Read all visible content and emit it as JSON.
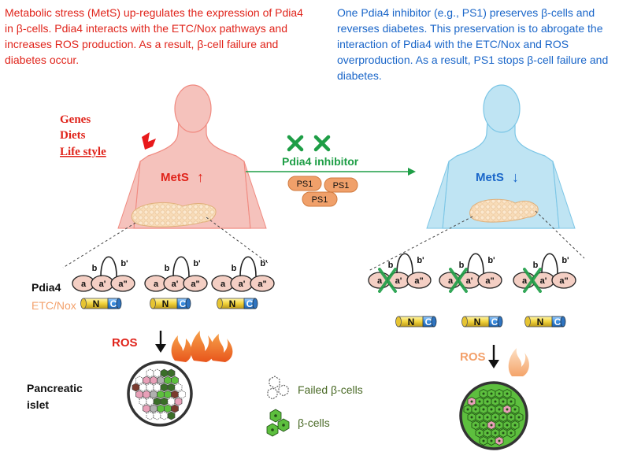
{
  "left_panel": {
    "description": "Metabolic stress (MetS) up-regulates the expression of Pdia4 in β-cells. Pdia4 interacts with the ETC/Nox pathways and increases ROS production. As a result, β-cell failure and diabetes occur.",
    "factors": [
      "Genes",
      "Diets",
      "Life style"
    ],
    "mets_label": "MetS",
    "mets_arrow": "↑",
    "pdia4_label": "Pdia4",
    "etc_nox_label": "ETC/Nox",
    "ros_label": "ROS",
    "islet_label": "Pancreatic\nislet"
  },
  "right_panel": {
    "description": "One Pdia4 inhibitor (e.g., PS1) preserves β-cells and reverses diabetes. This preservation is to abrogate the interaction of  Pdia4 with the ETC/Nox and ROS overproduction. As a result, PS1 stops β-cell failure and diabetes.",
    "mets_label": "MetS",
    "mets_arrow": "↓",
    "ros_label": "ROS"
  },
  "middle": {
    "inhibitor_label": "Pdia4 inhibitor",
    "pills": [
      "PS1",
      "PS1",
      "PS1"
    ]
  },
  "protein": {
    "domains": [
      "a",
      "a'",
      "a\"",
      "b",
      "b'"
    ],
    "nox_n": "N",
    "nox_c": "C"
  },
  "legend": {
    "failed": "Failed β-cells",
    "healthy": "β-cells"
  },
  "colors": {
    "red_text": "#e0241b",
    "blue_text": "#1a66c9",
    "green_x": "#1e9e46",
    "pill_orange": "#f0a06a",
    "left_body": "#f5c2bc",
    "right_body": "#bfe4f3",
    "protein_pink": "#f4cfc4"
  }
}
